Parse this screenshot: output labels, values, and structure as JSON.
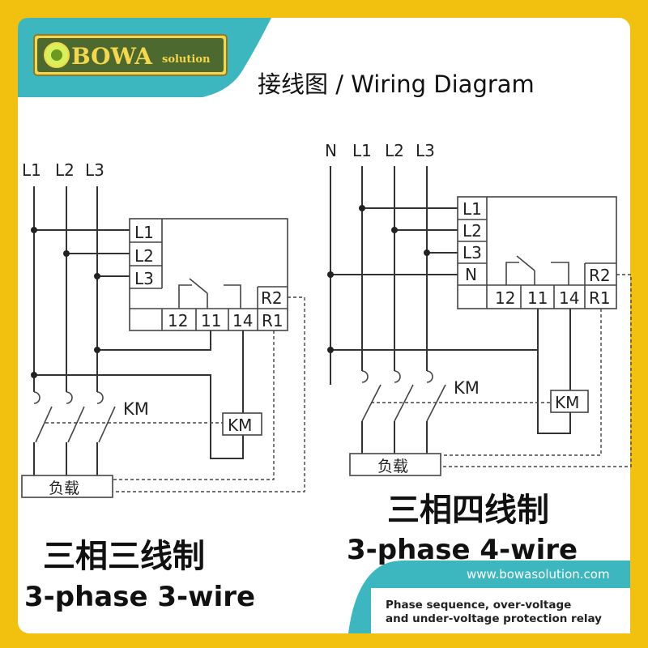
{
  "brand": {
    "name": "BOWA",
    "suffix": "solution",
    "accent_color": "#3cb7bf",
    "frame_color": "#f2c10f"
  },
  "header": {
    "title": "接线图 / Wiring Diagram"
  },
  "diagram_3wire": {
    "phase_labels": [
      "L1",
      "L2",
      "L3"
    ],
    "terminal_labels": [
      "L1",
      "L2",
      "L3"
    ],
    "relay_terminals": [
      "12",
      "11",
      "14",
      "R1"
    ],
    "r2_label": "R2",
    "contactor": "KM",
    "km_coil": "KM",
    "load": "负载",
    "title_cn": "三相三线制",
    "title_en": "3-phase 3-wire"
  },
  "diagram_4wire": {
    "phase_labels": [
      "N",
      "L1",
      "L2",
      "L3"
    ],
    "terminal_labels": [
      "L1",
      "L2",
      "L3",
      "N"
    ],
    "relay_terminals": [
      "12",
      "11",
      "14",
      "R1"
    ],
    "r2_label": "R2",
    "contactor": "KM",
    "km_coil": "KM",
    "load": "负载",
    "title_cn": "三相四线制",
    "title_en": "3-phase 4-wire"
  },
  "footer": {
    "website": "www.bowasolution.com",
    "caption_line1": "Phase sequence, over-voltage",
    "caption_line2": "and under-voltage protection relay"
  }
}
